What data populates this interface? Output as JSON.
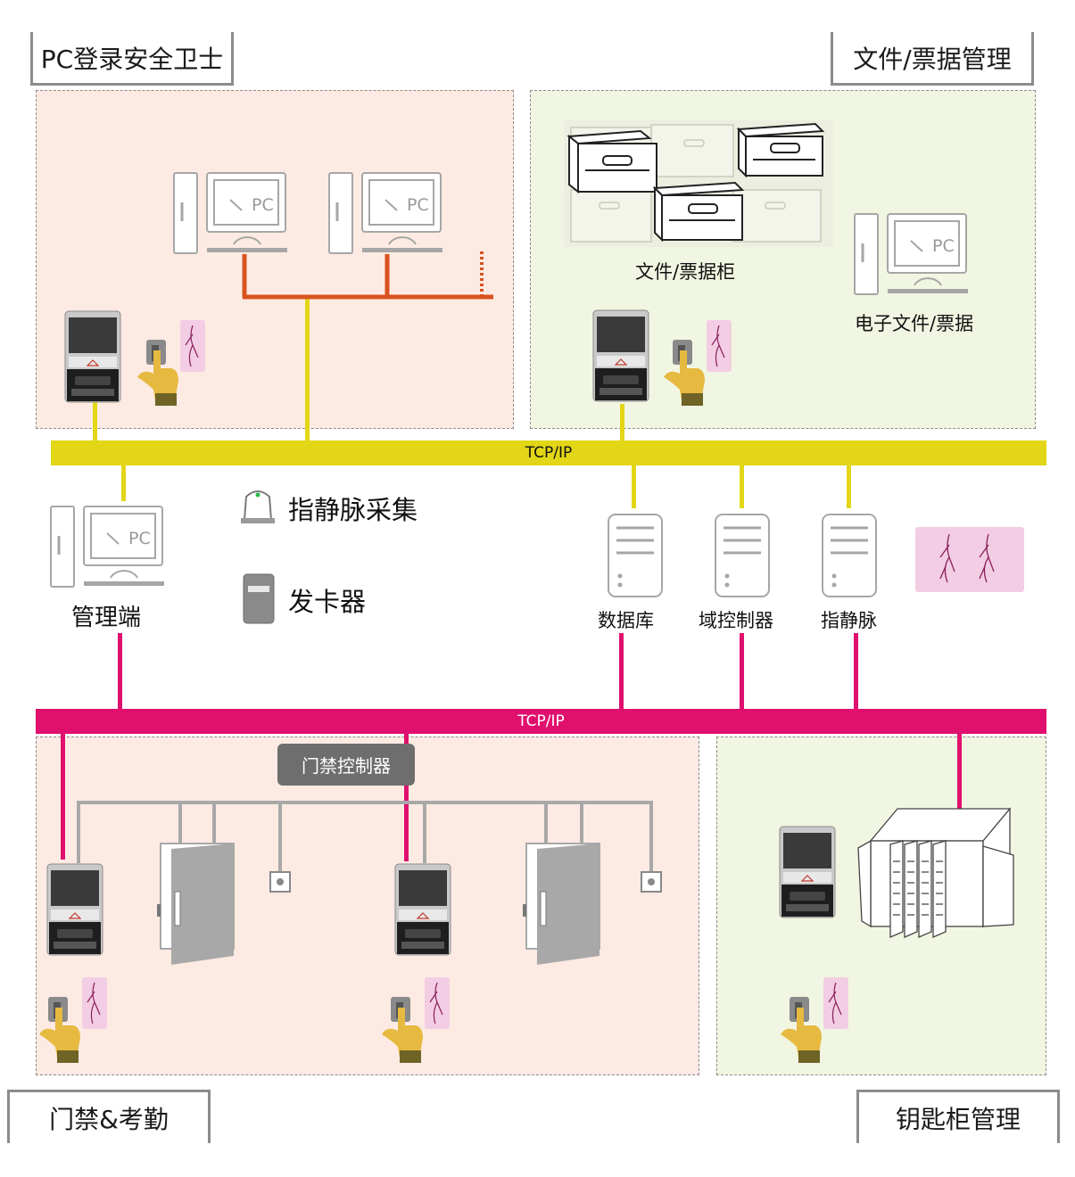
{
  "sections": {
    "pc_login": "PC登录安全卫士",
    "file_bill": "文件/票据管理",
    "access_attendance": "门禁&考勤",
    "key_cabinet": "钥匙柜管理"
  },
  "buses": {
    "top": "TCP/IP",
    "bottom": "TCP/IP"
  },
  "pc_screen_label": "PC",
  "labels": {
    "file_cabinet": "文件/票据柜",
    "e_docs": "电子文件/票据",
    "admin": "管理端",
    "database": "数据库",
    "domain_controller": "域控制器",
    "finger_vein_server": "指静脉",
    "door_controller": "门禁控制器"
  },
  "legend": {
    "collector": "指静脉采集",
    "card_issuer": "发卡器"
  },
  "colors": {
    "yellow_bus": "#e2d617",
    "magenta_bus": "#e0106e",
    "orange_line": "#d9531e",
    "peach_zone": "#fdebe3",
    "green_zone": "#f1f6e2"
  }
}
